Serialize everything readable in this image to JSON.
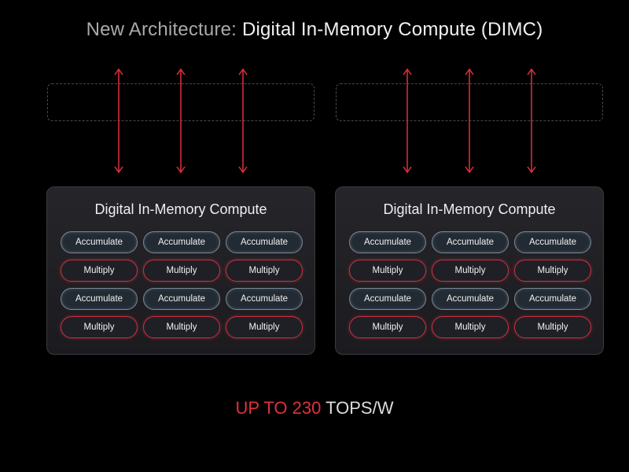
{
  "title": {
    "prefix": "New Architecture:",
    "main": "Digital In-Memory Compute (DIMC)"
  },
  "colors": {
    "accent_red": "#e0313b",
    "accumulate_border": "#7b8894",
    "multiply_border": "#c9313f"
  },
  "units": [
    {
      "title": "Digital In-Memory Compute",
      "rows": [
        [
          "Accumulate",
          "Accumulate",
          "Accumulate"
        ],
        [
          "Multiply",
          "Multiply",
          "Multiply"
        ],
        [
          "Accumulate",
          "Accumulate",
          "Accumulate"
        ],
        [
          "Multiply",
          "Multiply",
          "Multiply"
        ]
      ]
    },
    {
      "title": "Digital In-Memory Compute",
      "rows": [
        [
          "Accumulate",
          "Accumulate",
          "Accumulate"
        ],
        [
          "Multiply",
          "Multiply",
          "Multiply"
        ],
        [
          "Accumulate",
          "Accumulate",
          "Accumulate"
        ],
        [
          "Multiply",
          "Multiply",
          "Multiply"
        ]
      ]
    }
  ],
  "footer": {
    "highlight": "UP TO 230",
    "rest": "TOPS/W"
  }
}
